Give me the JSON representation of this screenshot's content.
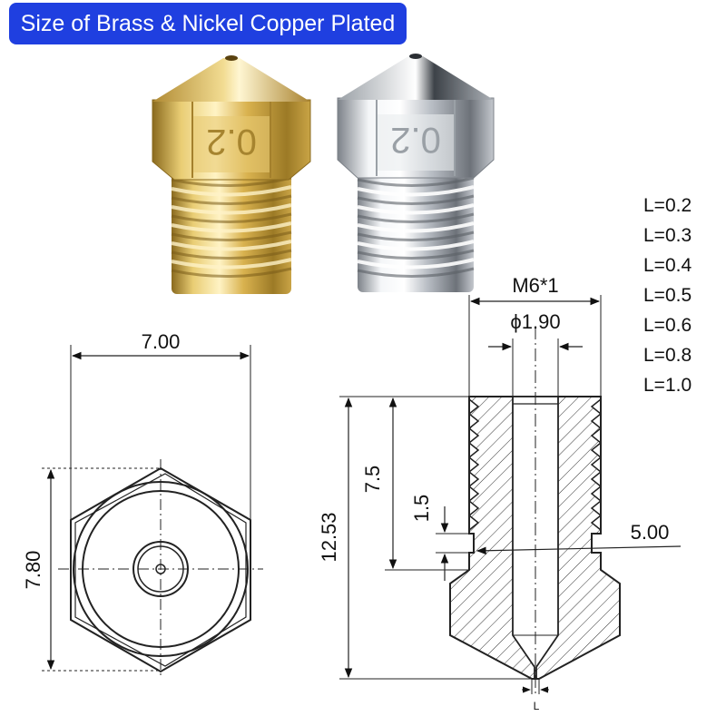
{
  "banner": {
    "title": "Size of Brass & Nickel Copper Plated"
  },
  "nozzles": {
    "brass_marking": "0.2",
    "nickel_marking": "0.2"
  },
  "colors": {
    "banner_bg": "#1f3fe0",
    "brass": "#d8b24e",
    "nickel": "#cfd3d8",
    "line": "#222222"
  },
  "front_view": {
    "width_label": "7.00",
    "height_label": "7.80"
  },
  "section_view": {
    "thread_label": "M6*1",
    "bore_label": "ϕ1.90",
    "thread_length_label": "7.5",
    "total_length_label": "12.53",
    "relief_length_label": "1.5",
    "relief_diameter_label": "5.00",
    "tip_label": "L"
  },
  "nozzle_sizes": [
    "L=0.2",
    "L=0.3",
    "L=0.4",
    "L=0.5",
    "L=0.6",
    "L=0.8",
    "L=1.0"
  ]
}
